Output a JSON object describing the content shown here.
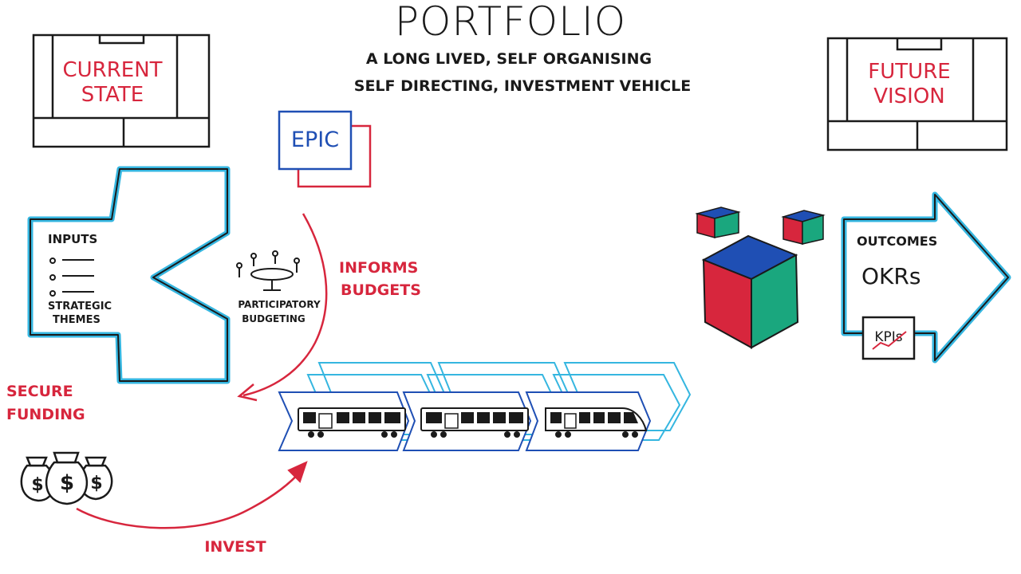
{
  "colors": {
    "ink": "#1a1a1a",
    "red": "#d7263d",
    "blue": "#1f4fb4",
    "cyan": "#35b6e0",
    "green": "#1aa77e"
  },
  "header": {
    "title": "PORTFOLIO",
    "subtitle_line1": "A LONG LIVED, SELF ORGANISING",
    "subtitle_line2": "SELF DIRECTING, INVESTMENT VEHICLE"
  },
  "current_state": {
    "line1": "CURRENT",
    "line2": "STATE"
  },
  "future_vision": {
    "line1": "FUTURE",
    "line2": "VISION"
  },
  "epic": {
    "label": "EPIC"
  },
  "inputs_panel": {
    "heading": "INPUTS",
    "footer_line1": "STRATEGIC",
    "footer_line2": "THEMES"
  },
  "participatory": {
    "line1": "PARTICIPATORY",
    "line2": "BUDGETING"
  },
  "informs_budgets": {
    "line1": "INFORMS",
    "line2": "BUDGETS"
  },
  "secure_funding": {
    "line1": "SECURE",
    "line2": "FUNDING"
  },
  "invest": {
    "label": "INVEST"
  },
  "money": {
    "symbol": "$"
  },
  "outcomes_panel": {
    "heading": "OUTCOMES",
    "okrs": "OKRs",
    "kpis": "KPIs"
  },
  "icons": {
    "money_bags": "money-bags-icon",
    "meeting_table": "meeting-table-icon",
    "trains": "train-icon",
    "cubes": "cube-icon"
  }
}
